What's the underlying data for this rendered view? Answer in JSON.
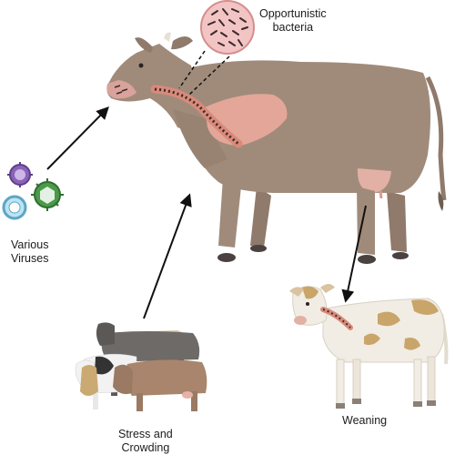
{
  "labels": {
    "opportunistic_bacteria": [
      "Opportunistic",
      "bacteria"
    ],
    "various_viruses": [
      "Various",
      "Viruses"
    ],
    "stress_crowding": [
      "Stress and",
      "Crowding"
    ],
    "weaning": "Weaning"
  },
  "colors": {
    "cow_body": "#a08b7b",
    "cow_dark": "#7d6b5e",
    "lung": "#e7a89a",
    "trachea": "#d98a7a",
    "bacteria": "#3a2a2a",
    "virus_purple": "#8a63b8",
    "virus_blue": "#5aa7c6",
    "virus_green": "#4a9a4a",
    "arrow": "#111111",
    "calf_spots": "#c9a56a",
    "calf_white": "#f1ede4"
  },
  "icons": {
    "bacteria_zoom": "bacteria-circle-icon",
    "viruses": [
      "purple-virus-icon",
      "blue-virus-icon",
      "green-virus-icon"
    ]
  }
}
